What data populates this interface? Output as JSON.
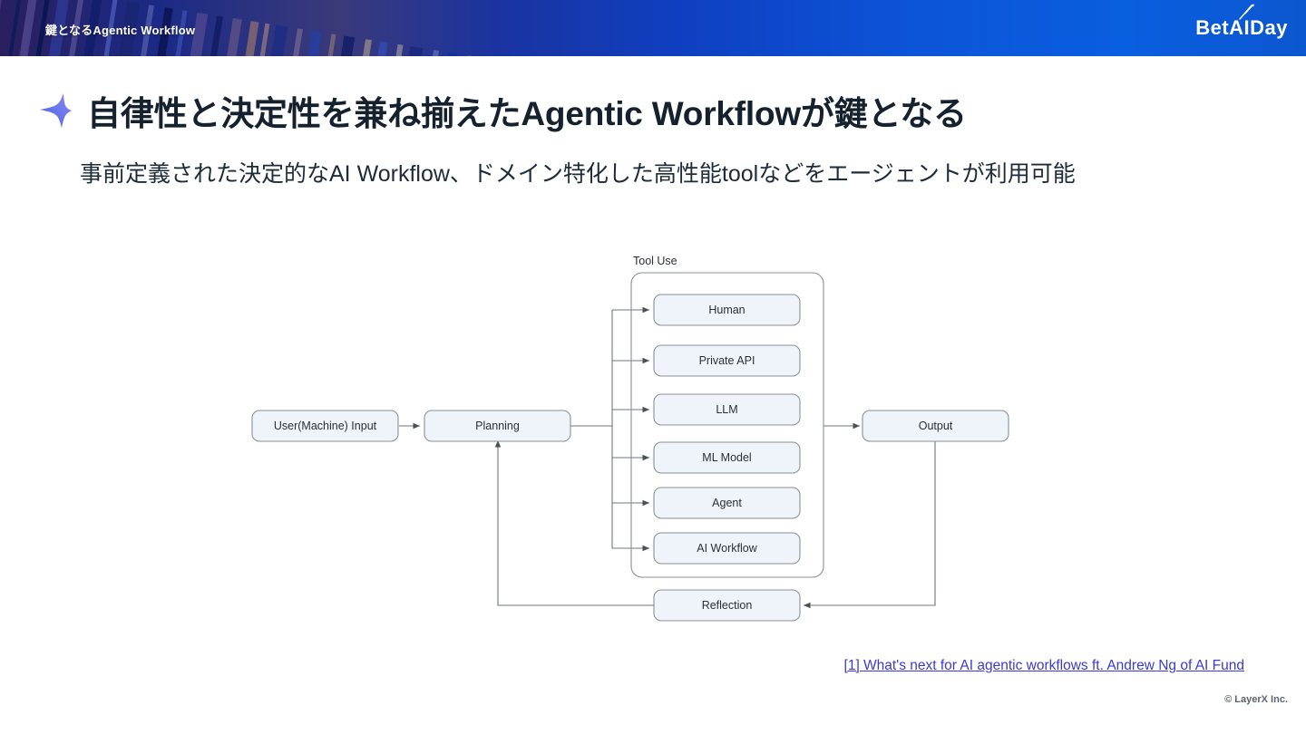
{
  "banner": {
    "breadcrumb": "鍵となるAgentic Workflow",
    "logo_bet": "Bet ",
    "logo_ai": "AI",
    "logo_day": " Day",
    "logo_full": "Bet AI Day"
  },
  "header": {
    "title": "自律性と決定性を兼ね揃えたAgentic Workflowが鍵となる",
    "subtitle": "事前定義された決定的なAI Workflow、ドメイン特化した高性能toolなどをエージェントが利用可能",
    "star_icon": "sparkle-star-icon",
    "title_color": "#16212e",
    "accent_gradient_from": "#4a6fe8",
    "accent_gradient_to": "#8a7ce8"
  },
  "diagram": {
    "group_label": "Tool Use",
    "node_fill": "#eff4fa",
    "node_stroke": "#8a8f98",
    "edge_color": "#6f7680",
    "nodes": {
      "input": "User(Machine) Input",
      "planning": "Planning",
      "output": "Output",
      "reflection": "Reflection"
    },
    "tools": [
      {
        "label": "Human"
      },
      {
        "label": "Private API"
      },
      {
        "label": "LLM"
      },
      {
        "label": "ML Model"
      },
      {
        "label": "Agent"
      },
      {
        "label": "AI Workflow"
      }
    ]
  },
  "footer": {
    "citation": "[1] What's next for AI agentic workflows ft. Andrew Ng of AI Fund",
    "citation_color": "#3a39d6",
    "copyright": "© LayerX Inc."
  }
}
